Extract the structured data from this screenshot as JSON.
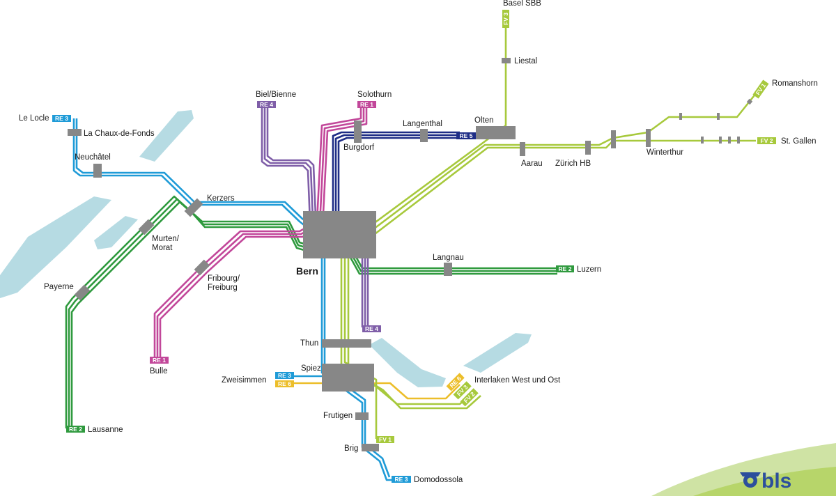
{
  "colors": {
    "RE1": "#c2479a",
    "RE2": "#2f9a3e",
    "RE3": "#1f9bd7",
    "RE4": "#7f5ea8",
    "RE5": "#1e2d86",
    "RE6": "#ecbe2a",
    "FV": "#a7c93c",
    "lake": "#b6dbe3",
    "node": "#878787",
    "brand": "#2c4f9c"
  },
  "stations": {
    "basel": "Basel SBB",
    "liestal": "Liestal",
    "romanshorn": "Romanshorn",
    "stgallen": "St. Gallen",
    "winterthur": "Winterthur",
    "zurich": "Zürich HB",
    "aarau": "Aarau",
    "olten": "Olten",
    "langenthal": "Langenthal",
    "burgdorf": "Burgdorf",
    "solothurn": "Solothurn",
    "biel": "Biel/Bienne",
    "lelocle": "Le Locle",
    "chauxdefonds": "La Chaux-de-Fonds",
    "neuchatel": "Neuchâtel",
    "kerzers": "Kerzers",
    "murten1": "Murten/",
    "murten2": "Morat",
    "payerne": "Payerne",
    "fribourg1": "Fribourg/",
    "fribourg2": "Freiburg",
    "bulle": "Bulle",
    "lausanne": "Lausanne",
    "bern": "Bern",
    "langnau": "Langnau",
    "luzern": "Luzern",
    "thun": "Thun",
    "spiez": "Spiez",
    "zweisimmen": "Zweisimmen",
    "interlaken": "Interlaken West und Ost",
    "frutigen": "Frutigen",
    "brig": "Brig",
    "domodossola": "Domodossola"
  },
  "tags": {
    "re1_solothurn": "RE 1",
    "re1_bulle": "RE 1",
    "re2_lausanne": "RE 2",
    "re2_luzern": "RE 2",
    "re3_lelocle": "RE 3",
    "re3_zweisimmen": "RE 3",
    "re3_domodossola": "RE 3",
    "re4_biel": "RE 4",
    "re4_thun": "RE 4",
    "re5_olten": "RE 5",
    "re6_zweisimmen": "RE 6",
    "re6_interlaken": "RE 6",
    "fv1_romanshorn": "FV 1",
    "fv1_brig": "FV 1",
    "fv2_stgallen": "FV 2",
    "fv2_interlaken": "FV 2",
    "fv3_basel": "FV 3",
    "fv3_interlaken": "FV 3"
  },
  "logo": {
    "text": "bls",
    "icon": "bls-winged-wheel-icon"
  }
}
